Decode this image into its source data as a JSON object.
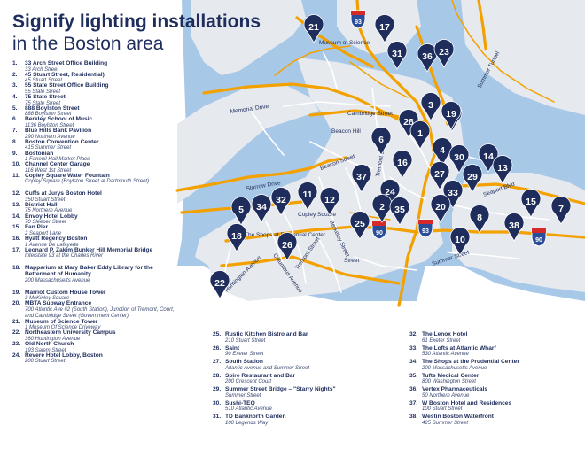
{
  "title_line1": "Signify lighting installations",
  "title_line2": "in the Boston area",
  "colors": {
    "water": "#a8c8e8",
    "land": "#e6e9ee",
    "street": "#ffffff",
    "highway": "#f2a100",
    "pin": "#1e2d5c",
    "shield_blue": "#2a4d9a",
    "shield_red": "#d62a2a",
    "text": "#1e2d5c"
  },
  "street_labels": {
    "memorial_drive": "Memorial Drive",
    "storrow_drive": "Storrow Drive",
    "cambridge_street": "Cambridge Street",
    "beacon_street": "Beacon Street",
    "tremont_street_north": "Tremont Street",
    "tremont_street_south": "Tremont Street",
    "huntington_avenue": "Huntington Avenue",
    "columbus_avenue": "Columbus Avenue",
    "berkeley_street": "Berkeley Street",
    "summer_street": "Summer Street",
    "seaport_blvd": "Seaport Blvd",
    "summer_tunnel": "Summer Tunnel",
    "street_south": "Street"
  },
  "area_labels": {
    "museum_of_science": "Museum of Science",
    "beacon_hill": "Beacon Hill",
    "copley_square": "Copley Square",
    "prudential": "The Shops at Prudential Center"
  },
  "highway_shields": [
    "93",
    "90",
    "93",
    "90"
  ],
  "pins": [
    "21",
    "17",
    "31",
    "36",
    "23",
    "3",
    "9",
    "19",
    "28",
    "6",
    "1",
    "16",
    "4",
    "30",
    "14",
    "13",
    "37",
    "24",
    "27",
    "2",
    "35",
    "33",
    "20",
    "29",
    "5",
    "34",
    "32",
    "11",
    "12",
    "25",
    "8",
    "15",
    "7",
    "18",
    "26",
    "38",
    "10",
    "22"
  ],
  "legend_left": [
    {
      "num": "1.",
      "name": "33 Arch Street Office Building",
      "addr": "33 Arch Street"
    },
    {
      "num": "2.",
      "name": "45 Stuart Street, Residential)",
      "addr": "45 Stuart Street"
    },
    {
      "num": "3.",
      "name": "55 State Street Office Building",
      "addr": "55 State Street"
    },
    {
      "num": "4.",
      "name": "75 State Street",
      "addr": "75 State Street"
    },
    {
      "num": "5.",
      "name": "888 Boylston Street",
      "addr": "888 Boylston Street"
    },
    {
      "num": "6.",
      "name": "Berkley School of Music",
      "addr": "1136 Boylston Street"
    },
    {
      "num": "7.",
      "name": "Blue Hills Bank Pavilion",
      "addr": "290 Northern Avenue"
    },
    {
      "num": "8.",
      "name": "Boston Convention Center",
      "addr": "415 Summer Street"
    },
    {
      "num": "9.",
      "name": "Bostonian",
      "addr": "1 Faneuil Hall Market Place"
    },
    {
      "num": "10.",
      "name": "Channel Center Garage",
      "addr": "116 West 1st Street"
    },
    {
      "num": "11.",
      "name": "Copley Square Water Fountain",
      "addr": "Copley Square (Boylston Street at Dartmouth Street)"
    },
    {
      "num": "12.",
      "name": "Cuffs at Jurys Boston Hotel",
      "addr": "350 Stuart Street"
    },
    {
      "num": "13.",
      "name": "District Hall",
      "addr": "75 Northern Avenue"
    },
    {
      "num": "14.",
      "name": "Envoy Hotel Lobby",
      "addr": "70 Sleeper Street"
    },
    {
      "num": "15.",
      "name": "Fan Pier",
      "addr": "2 Seaport Lane"
    },
    {
      "num": "16.",
      "name": "Hyatt Regency Boston",
      "addr": "1 Avenue De Lafayette"
    },
    {
      "num": "17.",
      "name": "Leonard P. Zakim Bunker Hill Memorial Bridge",
      "addr": "Interstate 93 at the Charles River"
    },
    {
      "num": "18.",
      "name": "Mapparium at Mary Baker Eddy Library for the Betterment of Humanity",
      "addr": "200 Massachusetts Avenue"
    },
    {
      "num": "19.",
      "name": "Marriot Custom House Tower",
      "addr": "3 McKinley Square"
    },
    {
      "num": "20.",
      "name": "MBTA Subway Entrance",
      "addr": "700 Atlantic Ave #2 (South Station), Junction of Tremont, Court, and Cambridge Street (Government Center)"
    },
    {
      "num": "21.",
      "name": "Museum of Science Tower",
      "addr": "1 Museum Of Science Driveway"
    },
    {
      "num": "22.",
      "name": "Northeastern University Campus",
      "addr": "360 Huntington Avenue"
    },
    {
      "num": "23.",
      "name": "Old North Church",
      "addr": "193 Salem Street"
    },
    {
      "num": "24.",
      "name": "Revere Hotel Lobby, Boston",
      "addr": "200 Stuart Street"
    }
  ],
  "legend_mid": [
    {
      "num": "25.",
      "name": "Rustic Kitchen Bistro and Bar",
      "addr": "210 Stuart Street"
    },
    {
      "num": "26.",
      "name": "Saint",
      "addr": "90 Exeter Street"
    },
    {
      "num": "27.",
      "name": "South Station",
      "addr": "Atlantic Avenue and Summer Street"
    },
    {
      "num": "28.",
      "name": "Spire Restaurant and Bar",
      "addr": "200 Crescent Court"
    },
    {
      "num": "29.",
      "name": "Summer Street Bridge – \"Starry Nights\"",
      "addr": "Summer Street"
    },
    {
      "num": "30.",
      "name": "Sushi-TEQ",
      "addr": "510 Atlantic Avenue"
    },
    {
      "num": "31.",
      "name": "TD Banknorth Garden",
      "addr": "100 Legends Way"
    }
  ],
  "legend_right": [
    {
      "num": "32.",
      "name": "The Lenox Hotel",
      "addr": "61 Exeter Street"
    },
    {
      "num": "33.",
      "name": "The Lofts at Atlantic Wharf",
      "addr": "530 Atlantic Avenue"
    },
    {
      "num": "34.",
      "name": "The Shops at the Prudential Center",
      "addr": "200 Massachusetts Avenue"
    },
    {
      "num": "35.",
      "name": "Tufts Medical Center",
      "addr": "800 Washington Street"
    },
    {
      "num": "36.",
      "name": "Vertex Pharmaceuticals",
      "addr": "50 Northern Avenue"
    },
    {
      "num": "37.",
      "name": "W Boston Hotel and Residences",
      "addr": "100 Stuart Street"
    },
    {
      "num": "38.",
      "name": "Westin Boston Waterfront",
      "addr": "425 Summer Street"
    }
  ]
}
